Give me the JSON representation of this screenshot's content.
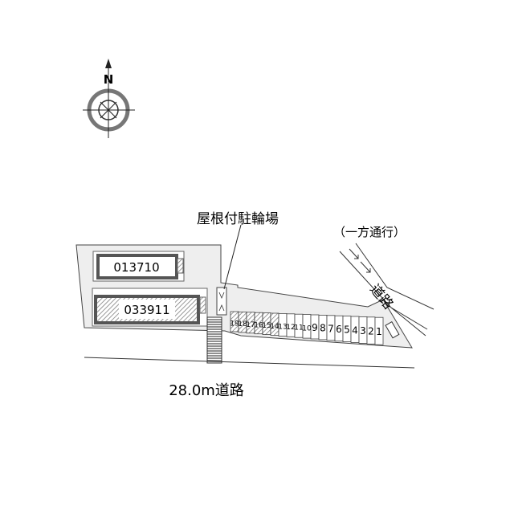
{
  "compass": {
    "north_label": "N"
  },
  "labels": {
    "bicycle_parking": "屋根付駐輪場",
    "one_way": "（一方通行）",
    "road_side": "道路",
    "road_front": "28.0m道路",
    "arrows": "→"
  },
  "buildings": [
    {
      "id": "013710"
    },
    {
      "id": "033911"
    }
  ],
  "parking": {
    "slots": [
      "19",
      "18",
      "17",
      "16",
      "15",
      "14",
      "13",
      "12",
      "11",
      "10",
      "9",
      "8",
      "7",
      "6",
      "5",
      "4",
      "3",
      "2",
      "1"
    ],
    "hatched": [
      "19",
      "18",
      "17",
      "16",
      "15",
      "14"
    ]
  }
}
